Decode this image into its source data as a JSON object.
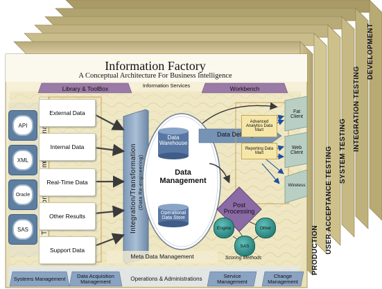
{
  "title": "Information Factory",
  "subtitle": "A Conceptual Architecture For Business Intelligence",
  "services": {
    "library": "Library & ToolBox",
    "information": "Information Services",
    "workbench": "Workbench"
  },
  "environments": [
    "PRODUCTION",
    "USER ACCEPTANCE TESTING",
    "SYSTEM TESTING",
    "INTEGRATION TESTING",
    "DEVELOPMENT"
  ],
  "systems": [
    "API",
    "XML",
    "Oracle",
    "SAS"
  ],
  "transactional_label": "Transactional Systems",
  "operational_label": "Operational",
  "sources": [
    "External\nData",
    "Internal\nData",
    "Real-Time\nData",
    "Other\nResults",
    "Support\nData"
  ],
  "integration": {
    "main": "Integration/Transformation",
    "sub": "(Data Re-engineering)"
  },
  "data_management": {
    "label": "Data\nManagement",
    "warehouse": "Data\nWarehouse",
    "ods": "Operational\nData Store"
  },
  "data_delivery": "Data Delivery",
  "marts": [
    "Advanced\nAnalytics\nData Mart",
    "Reporting\nData Mart"
  ],
  "clients": [
    "Fat\nClient",
    "Web\nClient",
    "Wireless"
  ],
  "post_processing": "Post\nProcessing",
  "scoring": {
    "items": [
      "Engine",
      "Other",
      "SAS"
    ],
    "label": "Scoring Methods"
  },
  "meta_data": "Meta Data Management",
  "bottom": {
    "systems_mgmt": "Systems\nManagement",
    "data_acq": "Data Acquisition\nManagement",
    "ops": "Operations & Administrations",
    "service": "Service\nManagement",
    "change": "Change\nManagement"
  },
  "colors": {
    "purple_tab": "#9a7aa6",
    "sys_blue": "#5f7fa0",
    "teal": "#2a8e8a",
    "diamond": "#8c6aa6",
    "mart_yellow": "#f6e7a9",
    "cube_face": "#efe7c3"
  }
}
